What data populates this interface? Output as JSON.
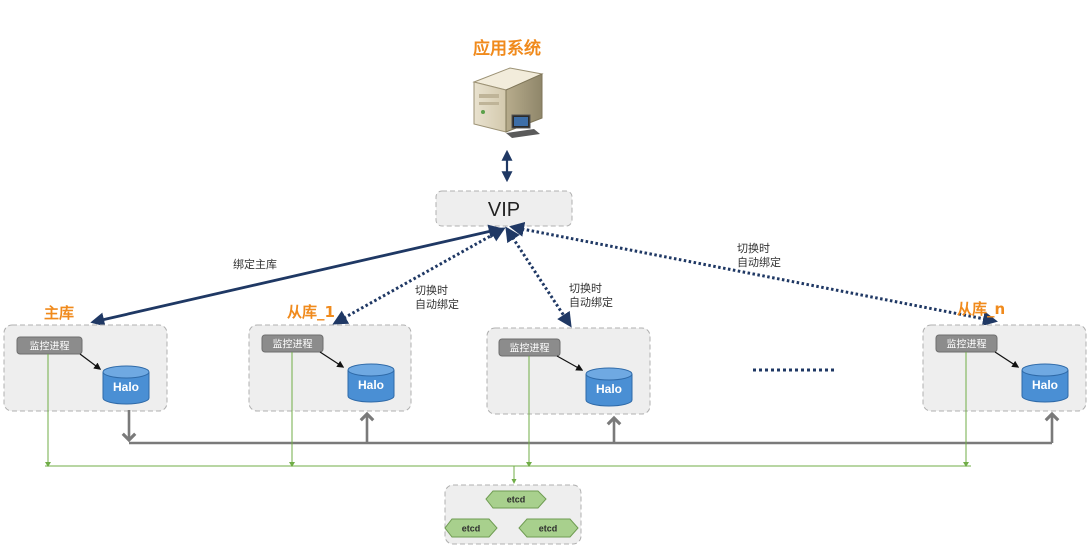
{
  "app_title": "应用系统",
  "vip_label": "VIP",
  "bind_label": "绑定主库",
  "switch_label_line1": "切换时",
  "switch_label_line2": "自动绑定",
  "nodes": [
    {
      "name": "主库",
      "monitor": "监控进程",
      "db": "Halo"
    },
    {
      "name": "从库_1",
      "monitor": "监控进程",
      "db": "Halo"
    },
    {
      "name": "",
      "monitor": "监控进程",
      "db": "Halo"
    },
    {
      "name": "从库_n",
      "monitor": "监控进程",
      "db": "Halo"
    }
  ],
  "etcd_labels": [
    "etcd",
    "etcd",
    "etcd"
  ],
  "colors": {
    "accent": "#f08a1c",
    "navy": "#1f3864",
    "db_blue": "#4a8fd4",
    "monitor_gray": "#8c8c8c",
    "etcd_green": "#a8d08d",
    "line_green": "#70ad47",
    "panel_gray": "#eeeeee"
  }
}
